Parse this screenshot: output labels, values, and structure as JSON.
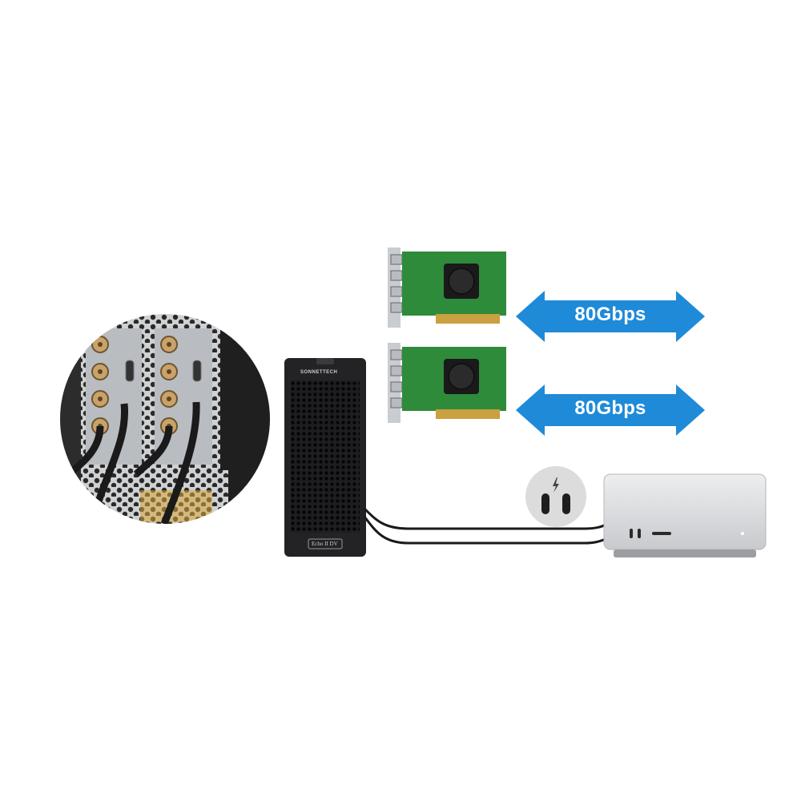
{
  "enclosure": {
    "brand": "SONNETTECH",
    "model": "Echo II DV"
  },
  "links": [
    {
      "label": "80Gbps"
    },
    {
      "label": "80Gbps"
    }
  ],
  "colors": {
    "arrow": "#1f8ad8",
    "pcb": "#2e8b3a",
    "enclosure": "#1c1c1e",
    "computer": "#d8d9db"
  }
}
